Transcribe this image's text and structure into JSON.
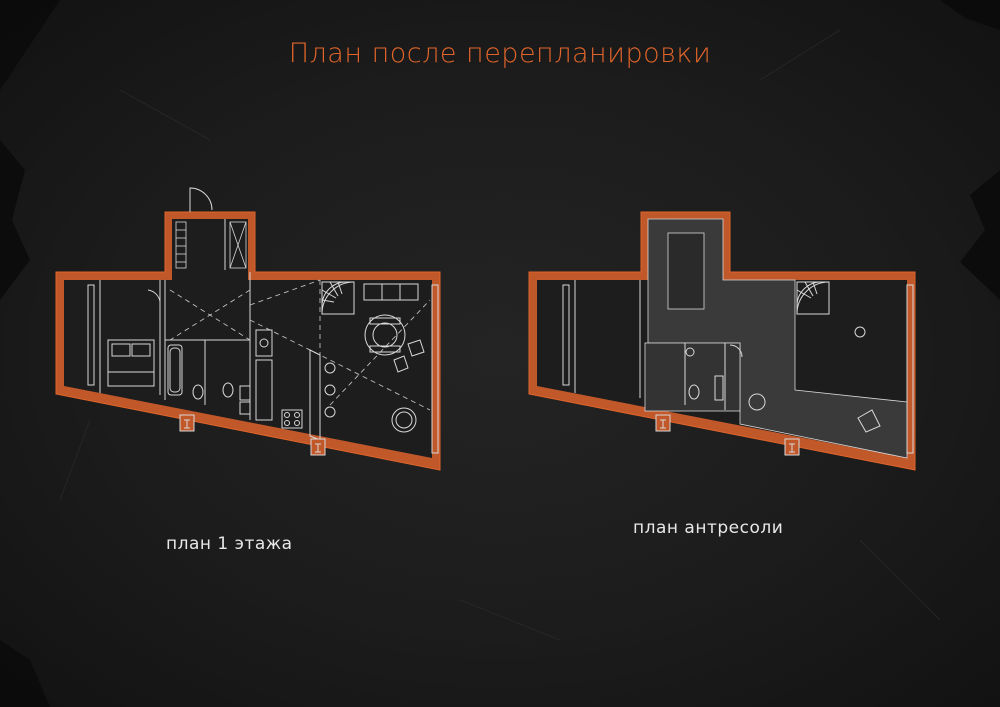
{
  "title": "План после перепланировки",
  "captions": {
    "floor1": "план 1 этажа",
    "mezzanine": "план антресоли"
  },
  "colors": {
    "background": "#1b1b1b",
    "accent": "#e0652a",
    "wall": "#c0582a",
    "line": "#d8d8d8",
    "mezz_fill": "#3a3a3a"
  },
  "icons": [
    "door-swing-icon",
    "spiral-stair-icon",
    "bed-icon",
    "sofa-icon",
    "dining-table-icon",
    "bathtub-icon",
    "toilet-icon",
    "sink-icon",
    "stove-icon",
    "window-icon",
    "column-icon"
  ]
}
